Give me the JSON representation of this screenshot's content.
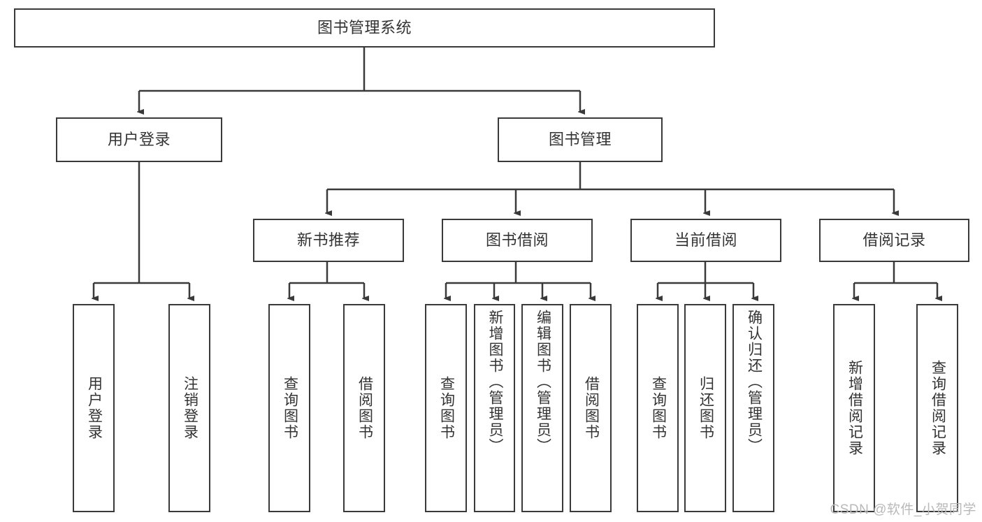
{
  "diagram": {
    "title_node": {
      "label": "图书管理系统"
    },
    "level2": [
      {
        "id": "user-login",
        "label": "用户登录"
      },
      {
        "id": "book-management",
        "label": "图书管理"
      }
    ],
    "level3": [
      {
        "id": "new-book-recommend",
        "label": "新书推荐"
      },
      {
        "id": "book-borrow",
        "label": "图书借阅"
      },
      {
        "id": "current-borrow",
        "label": "当前借阅"
      },
      {
        "id": "borrow-record",
        "label": "借阅记录"
      }
    ],
    "leaves": {
      "user_login": [
        {
          "id": "leaf-user-login",
          "label": "用户登录"
        },
        {
          "id": "leaf-logout-login",
          "label": "注销登录"
        }
      ],
      "new_book_recommend": [
        {
          "id": "leaf-query-book-1",
          "label": "查询图书"
        },
        {
          "id": "leaf-borrow-book-1",
          "label": "借阅图书"
        }
      ],
      "book_borrow": [
        {
          "id": "leaf-query-book-2",
          "label": "查询图书"
        },
        {
          "id": "leaf-add-book",
          "label": "新增图书（管理员）"
        },
        {
          "id": "leaf-edit-book",
          "label": "编辑图书（管理员）"
        },
        {
          "id": "leaf-borrow-book-2",
          "label": "借阅图书"
        }
      ],
      "current_borrow": [
        {
          "id": "leaf-query-book-3",
          "label": "查询图书"
        },
        {
          "id": "leaf-return-book",
          "label": "归还图书"
        },
        {
          "id": "leaf-confirm-return",
          "label": "确认归还（管理员）"
        }
      ],
      "borrow_record": [
        {
          "id": "leaf-add-borrow-record",
          "label": "新增借阅记录"
        },
        {
          "id": "leaf-query-borrow-record",
          "label": "查询借阅记录"
        }
      ]
    },
    "watermark": "CSDN @软件_小贺同学",
    "colors": {
      "border": "#3a3a3a",
      "text": "#333333",
      "background": "#ffffff",
      "watermark": "#b9b9b9"
    }
  }
}
